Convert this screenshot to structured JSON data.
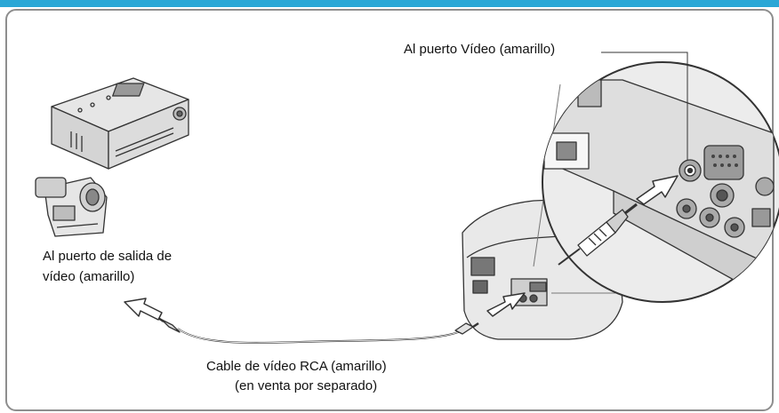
{
  "labels": {
    "video_port": "Al puerto Vídeo (amarillo)",
    "output_port_line1": "Al puerto de salida de",
    "output_port_line2": "vídeo (amarillo)",
    "cable_line1": "Cable de vídeo RCA (amarillo)",
    "cable_line2": "(en venta por separado)"
  },
  "devices": [
    "vcr",
    "camcorder",
    "projector",
    "rca-cable"
  ],
  "colors": {
    "header_bar": "#2aa7d6",
    "panel_border": "#8e8e8e",
    "device_fill": "#e6e6e6",
    "device_stroke": "#333333",
    "arrow_fill": "#ffffff"
  }
}
